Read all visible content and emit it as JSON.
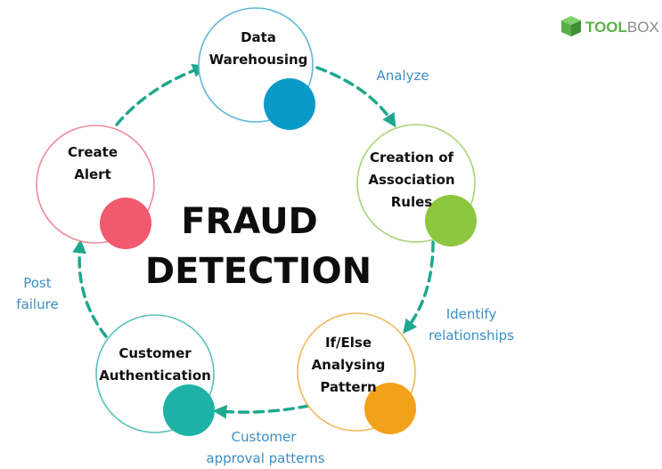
{
  "title": {
    "line1": "FRAUD",
    "line2": "DETECTION"
  },
  "logo": {
    "bold": "TOOL",
    "light": "BOX",
    "icon": "cube-icon"
  },
  "nodes": [
    {
      "id": "data-warehousing",
      "lines": [
        "Data",
        "Warehousing"
      ],
      "color": "#0a9ac8",
      "ring": "#5fb9d8"
    },
    {
      "id": "association-rules",
      "lines": [
        "Creation of",
        "Association",
        "Rules"
      ],
      "color": "#8dc63f",
      "ring": "#a9d47a"
    },
    {
      "id": "if-else",
      "lines": [
        "If/Else",
        "Analysing",
        "Pattern"
      ],
      "color": "#f2a11b",
      "ring": "#f2b95c"
    },
    {
      "id": "customer-authentication",
      "lines": [
        "Customer",
        "Authentication"
      ],
      "color": "#1eb3a6",
      "ring": "#58c2b8"
    },
    {
      "id": "create-alert",
      "lines": [
        "Create",
        "Alert"
      ],
      "color": "#f0596e",
      "ring": "#f08b9a"
    }
  ],
  "edge_labels": {
    "analyze": [
      "Analyze"
    ],
    "identify": [
      "Identify",
      "relationships"
    ],
    "customer": [
      "Customer",
      "approval patterns"
    ],
    "post": [
      "Post",
      "failure"
    ]
  },
  "colors": {
    "arrow": "#1fa88e",
    "edge_label": "#3b8fc4",
    "logo_green": "#5ab14a",
    "logo_gray": "#8a8a8a"
  }
}
